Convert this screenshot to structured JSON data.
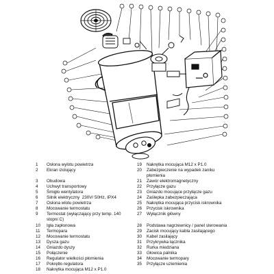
{
  "legend_left": [
    {
      "num": "1",
      "label": "Osłona wylotu powietrza"
    },
    {
      "num": "2",
      "label": "Ekran izolujący"
    },
    {
      "num": "",
      "label": ""
    },
    {
      "num": "3",
      "label": "Obudowa"
    },
    {
      "num": "4",
      "label": "Uchwyt transportowy"
    },
    {
      "num": "5",
      "label": "Śmigło wentylatora"
    },
    {
      "num": "6",
      "label": "Silnik elektryczny  230V/ 50Hz, IPX4"
    },
    {
      "num": "7",
      "label": "Osłona wlotu powietrza"
    },
    {
      "num": "8",
      "label": "Mocowanie termostatu"
    },
    {
      "num": "9",
      "label": "Termostat (wyłączający przy temp. 140"
    },
    {
      "num": "",
      "label": "stopni C)"
    },
    {
      "num": "10",
      "label": "Igła zapłonowa"
    },
    {
      "num": "11",
      "label": "Termopara"
    },
    {
      "num": "12",
      "label": "Mocowanie termostatu"
    },
    {
      "num": "13",
      "label": "Dysza gazu"
    },
    {
      "num": "14",
      "label": "Gniazdo dyszy"
    },
    {
      "num": "15",
      "label": "Połączenie"
    },
    {
      "num": "16",
      "label": "Regulator wielkości płomienia"
    },
    {
      "num": "17",
      "label": "Pokrętło regulatora"
    },
    {
      "num": "18",
      "label": "Nakrętka mocująca M12 x P1.0"
    }
  ],
  "legend_right": [
    {
      "num": "19",
      "label": "Nakrętka mocująca M12 x P1.0"
    },
    {
      "num": "20",
      "label": "Zabezpieczenie na wypadek zaniku"
    },
    {
      "num": "",
      "label": "płomienia"
    },
    {
      "num": "21",
      "label": "Zawór elektromagnetyczny"
    },
    {
      "num": "22",
      "label": "Przyłącze gazu"
    },
    {
      "num": "23",
      "label": "Gniazdo mocujące przyłącze gazu"
    },
    {
      "num": "24",
      "label": "Zaślepka zabezpieczająca"
    },
    {
      "num": "25",
      "label": "Nakrętka mocująca przycisk iskrownika"
    },
    {
      "num": "26",
      "label": "Przycisk iskrownika"
    },
    {
      "num": "27",
      "label": "Wyłącznik główny"
    },
    {
      "num": "",
      "label": ""
    },
    {
      "num": "28",
      "label": "Podstawa nagrzewnicy / panel sterowania"
    },
    {
      "num": "29",
      "label": "Zacisk mocujący kabla zasilającego"
    },
    {
      "num": "30",
      "label": "Kabel zasilający"
    },
    {
      "num": "31",
      "label": "Przykrywka łącznika"
    },
    {
      "num": "32",
      "label": "Rurka miedziana"
    },
    {
      "num": "33",
      "label": "Głowica palnika"
    },
    {
      "num": "34",
      "label": "Mocowanie termopary"
    },
    {
      "num": "35",
      "label": "Przyłącze uziemienia"
    }
  ]
}
